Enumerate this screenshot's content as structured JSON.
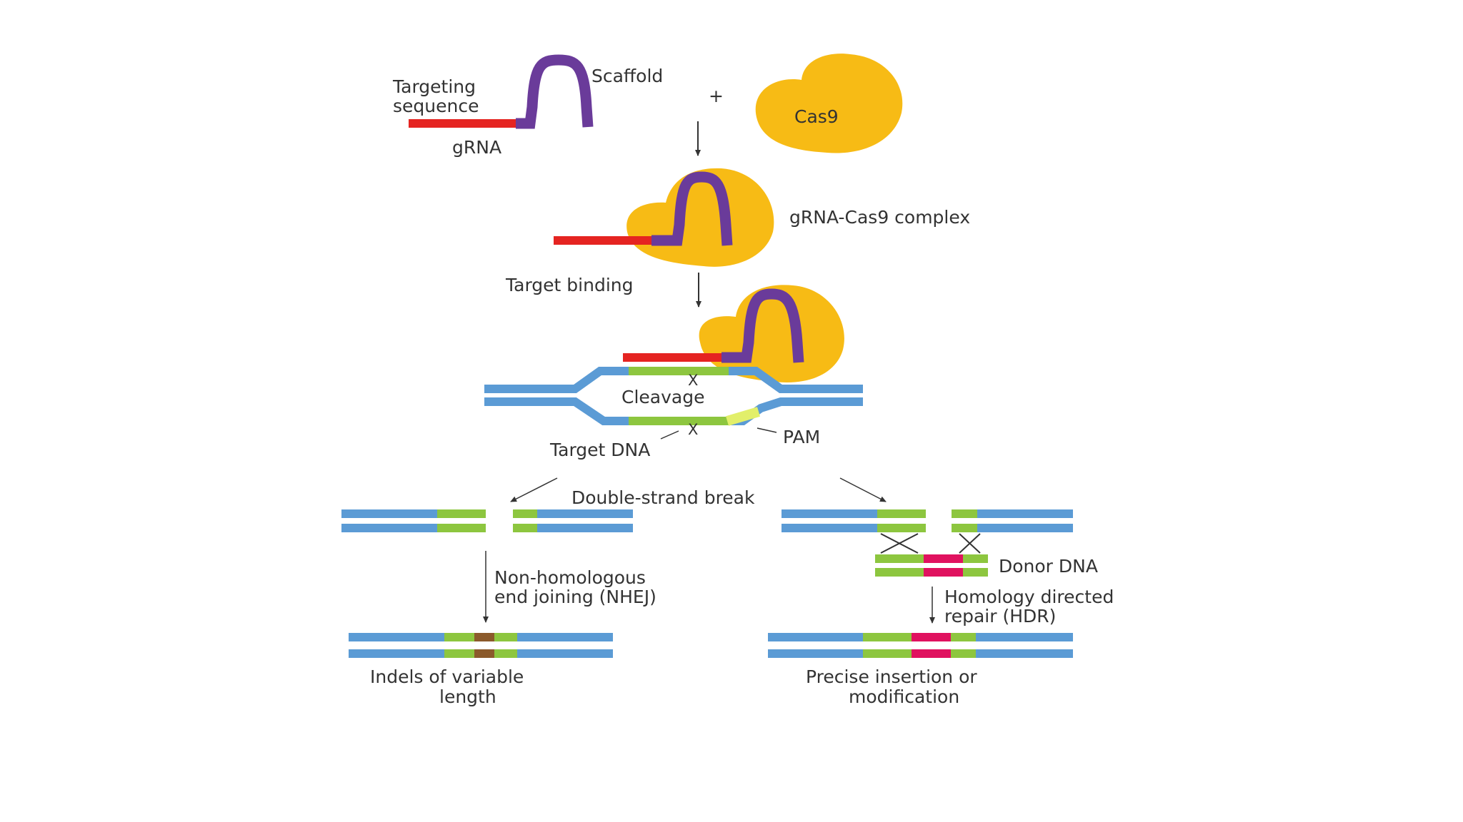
{
  "labels": {
    "targeting_line1": "Targeting",
    "targeting_line2": "sequence",
    "scaffold": "Scaffold",
    "grna": "gRNA",
    "plus": "+",
    "cas9": "Cas9",
    "complex": "gRNA-Cas9 complex",
    "target_binding": "Target binding",
    "cleavage": "Cleavage",
    "pam": "PAM",
    "target_dna": "Target DNA",
    "dsb": "Double-strand break",
    "nhej_line1": "Non-homologous",
    "nhej_line2": "end joining (NHEJ)",
    "donor": "Donor DNA",
    "hdr_line1": "Homology directed",
    "hdr_line2": "repair (HDR)",
    "indels_line1": "Indels of variable",
    "indels_line2": "length",
    "precise_line1": "Precise insertion or",
    "precise_line2": "modification",
    "cut_mark": "X"
  },
  "colors": {
    "grna_targeting": "#e52421",
    "grna_scaffold": "#6a3b9a",
    "cas9": "#f7bb15",
    "dna": "#5b9bd5",
    "target_site": "#8dc63f",
    "pam": "#e2ef6a",
    "donor_insert": "#e0125f",
    "indel": "#8b5a2b",
    "text": "#333333"
  }
}
